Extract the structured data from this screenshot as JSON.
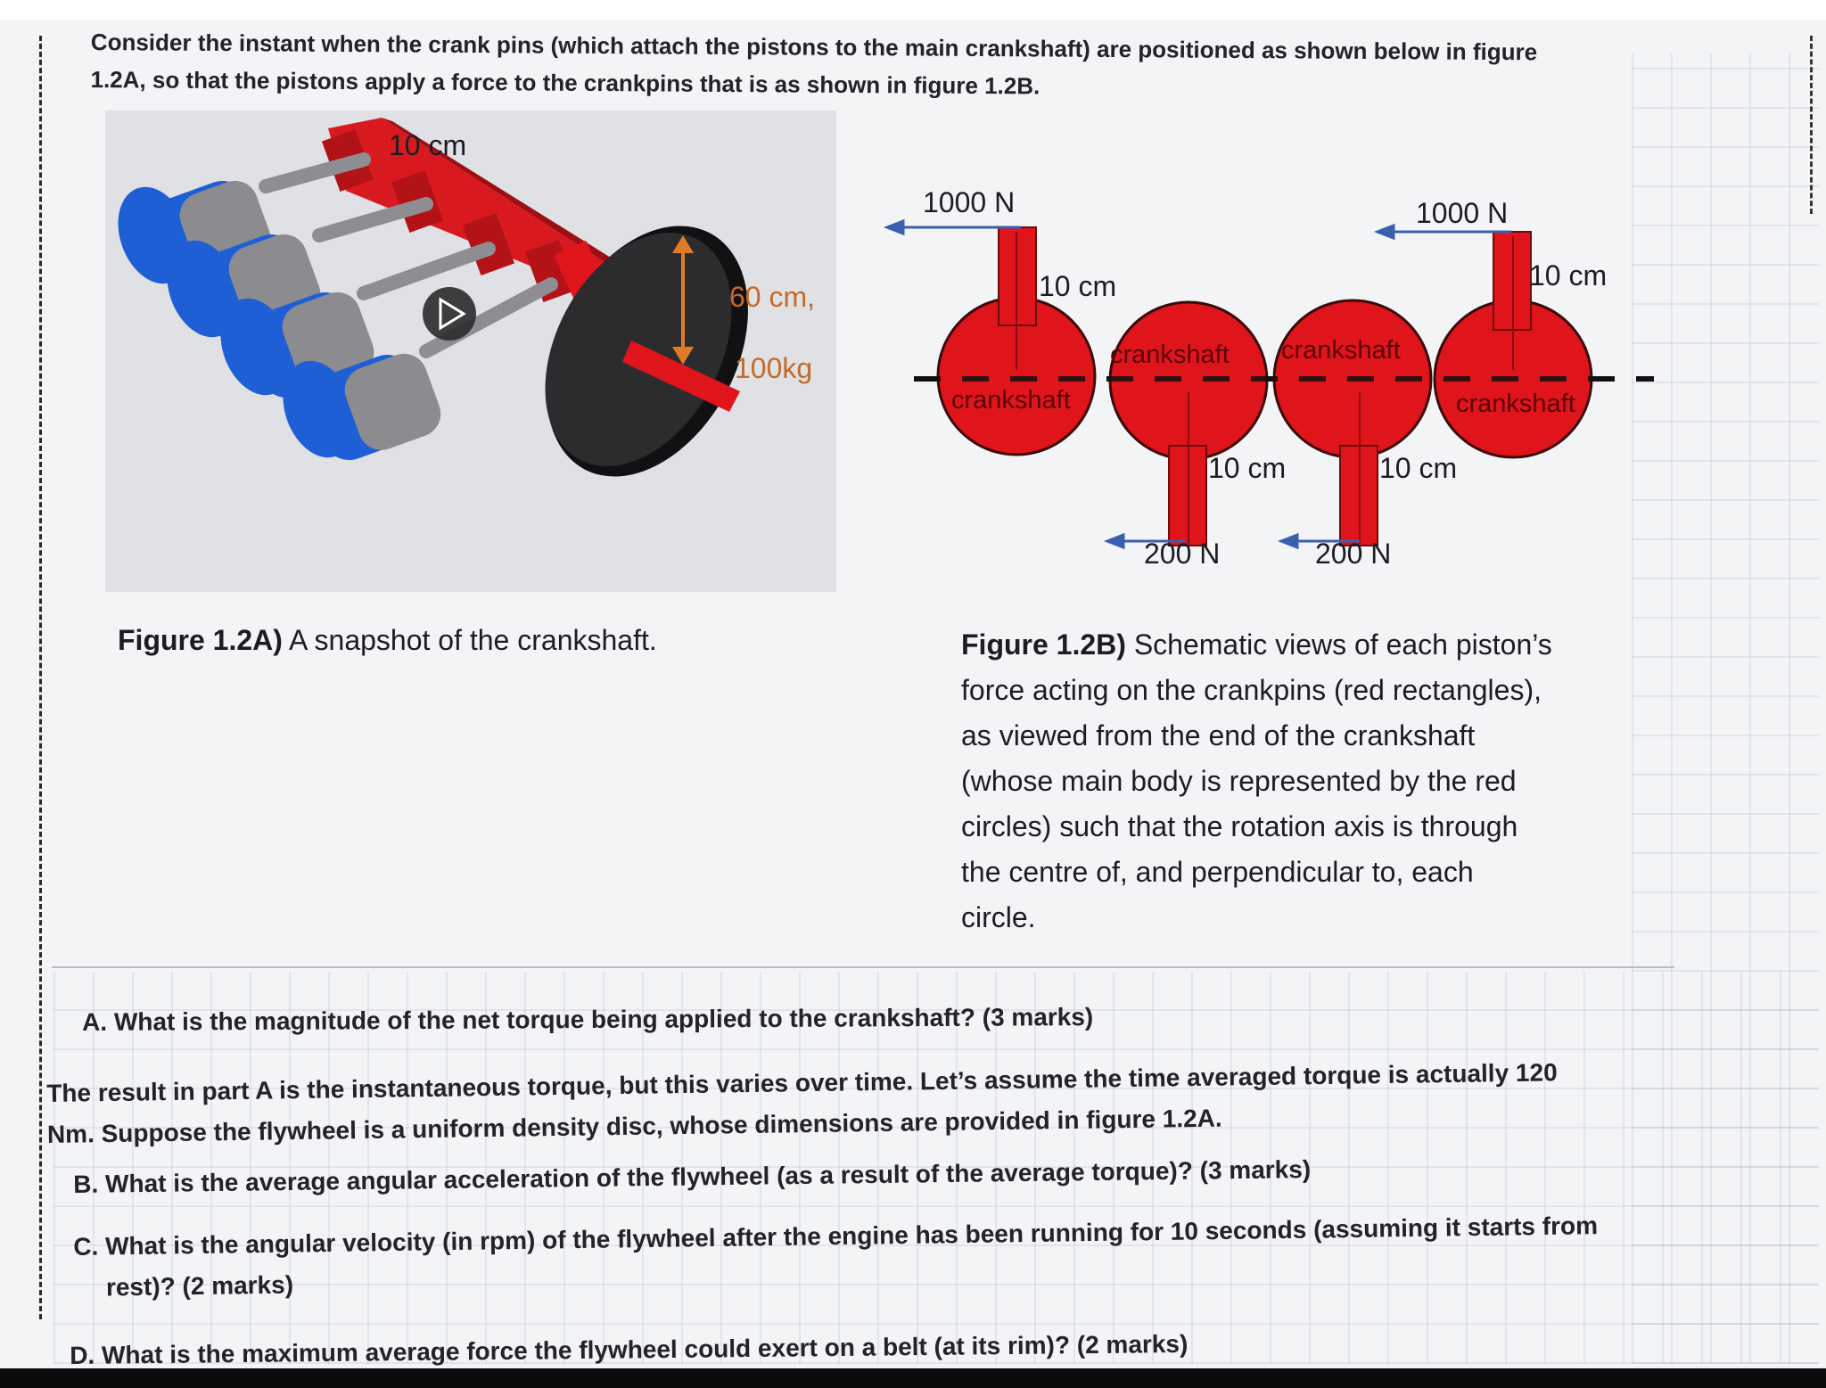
{
  "intro": {
    "line1": "Consider the instant when the crank pins (which attach the pistons to the main crankshaft) are positioned as shown below in figure",
    "line2": "1.2A, so that the pistons apply a force to the crankpins that is as shown in figure 1.2B."
  },
  "figure_a": {
    "label_crank": "10 cm",
    "label_flywheel_size": "60 cm,",
    "label_flywheel_mass": "100kg",
    "caption_bold": "Figure 1.2A)",
    "caption_rest": " A snapshot of the crankshaft."
  },
  "figure_b": {
    "forces": [
      "1000 N",
      "1000 N",
      "200 N",
      "200 N"
    ],
    "lengths": [
      "10 cm",
      "10 cm",
      "10 cm",
      "10 cm"
    ],
    "circle_labels": [
      "crankshaft",
      "crankshaft",
      "crankshaft",
      "crankshaft"
    ],
    "caption_bold": "Figure 1.2B)",
    "caption_lines": [
      " Schematic views of each piston’s",
      "force acting on the crankpins (red rectangles),",
      "as viewed from the end of the crankshaft",
      "(whose main body is represented by the red",
      "circles) such that the rotation axis is through",
      "the centre of, and perpendicular to, each",
      "circle."
    ]
  },
  "questions": {
    "a": "A. What is the magnitude of the net torque being applied to the crankshaft? (3 marks)",
    "para_line1": "The result in part A is the instantaneous torque, but this varies over time. Let’s assume the time averaged torque is actually 120",
    "para_line2": "Nm. Suppose the flywheel is a uniform density disc, whose dimensions are provided in figure 1.2A.",
    "b": "B. What is the average angular acceleration of the flywheel (as a result of the average torque)? (3 marks)",
    "c_line1": "C. What is the angular velocity (in rpm) of the flywheel after the engine has been running for 10 seconds (assuming it starts from",
    "c_line2": "rest)? (2 marks)",
    "d": "D. What is the maximum average force the flywheel could exert on a belt (at its rim)? (2 marks)"
  },
  "colors": {
    "crank_red": "#e0141b",
    "piston_blue": "#1f5fd6",
    "piston_grey": "#8c8c90",
    "flywheel_black": "#1c1c1e",
    "arrow_blue": "#3a5fae",
    "label_orange": "#c56a28"
  }
}
